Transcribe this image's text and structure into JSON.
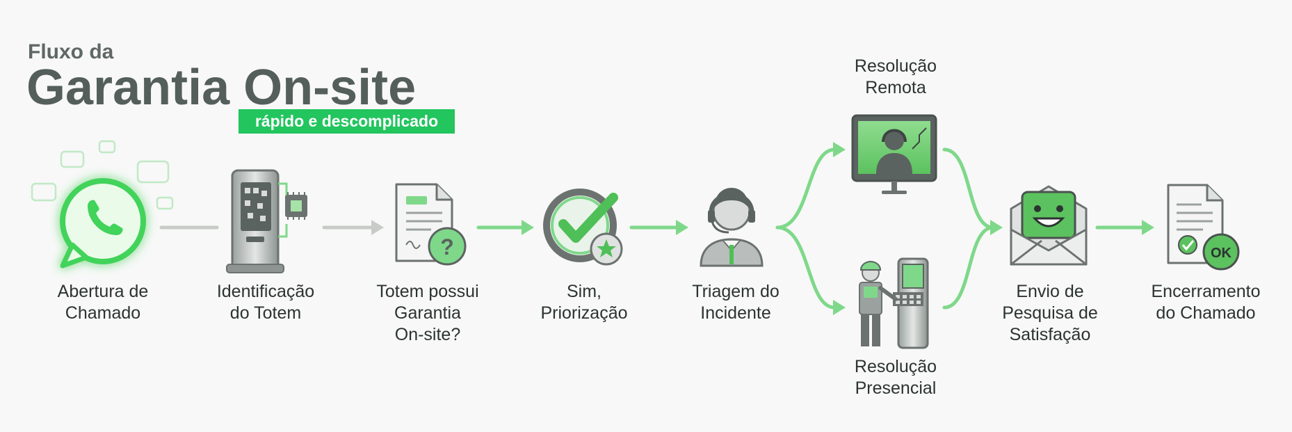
{
  "header": {
    "title_prefix": "Fluxo da",
    "title": "Garantia On-site",
    "tagline": "rápido e descomplicado"
  },
  "colors": {
    "accent": "#22c55e",
    "arrow_done": "#7fd88a",
    "arrow_gray": "#c9cbc8",
    "icon_gray": "#6b726f",
    "title_gray": "#545e5b"
  },
  "steps": [
    {
      "label": "Abertura de\nChamado",
      "icon": "whatsapp-icon"
    },
    {
      "label": "Identificação\ndo Totem",
      "icon": "kiosk-totem-icon"
    },
    {
      "label": "Totem possui\nGarantia\nOn-site?",
      "icon": "document-question-icon"
    },
    {
      "label": "Sim,\nPriorização",
      "icon": "check-badge-icon"
    },
    {
      "label": "Triagem do\nIncidente",
      "icon": "support-agent-icon"
    },
    {
      "label": "Resolução\nRemota",
      "icon": "remote-monitor-icon"
    },
    {
      "label": "Resolução\nPresencial",
      "icon": "technician-icon"
    },
    {
      "label": "Envio de\nPesquisa de\nSatisfação",
      "icon": "smiley-envelope-icon"
    },
    {
      "label": "Encerramento\ndo Chamado",
      "icon": "document-ok-icon"
    }
  ]
}
